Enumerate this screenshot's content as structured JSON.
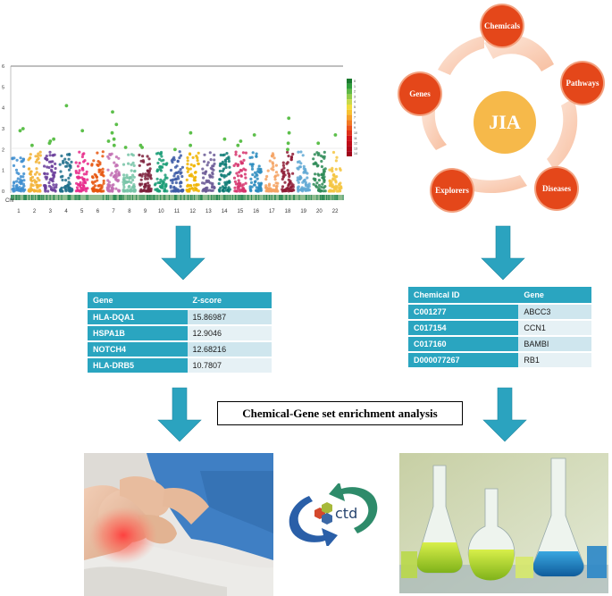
{
  "manhattan": {
    "y_ticks": [
      "6",
      "5",
      "4",
      "3",
      "2",
      "1",
      "0"
    ],
    "chr_label": "Chr",
    "chromosomes": [
      "1",
      "2",
      "3",
      "4",
      "5",
      "6",
      "7",
      "8",
      "9",
      "10",
      "11",
      "12",
      "13",
      "14",
      "15",
      "16",
      "17",
      "18",
      "19",
      "20",
      "22"
    ],
    "legend_ticks": [
      "0",
      "1",
      "2",
      "3",
      "4",
      "5",
      "6",
      "7",
      "8",
      "9",
      "10",
      "11",
      "12",
      "13",
      "14"
    ],
    "colors": {
      "hilo_a": "#2e8b57",
      "hilo_b": "#8fbc8f"
    }
  },
  "network": {
    "hub": "JIA",
    "nodes": {
      "chemicals": "Chemicals",
      "pathways": "Pathways",
      "genes": "Genes",
      "diseases": "Diseases",
      "explorers": "Explorers"
    },
    "colors": {
      "node": "#e4471a",
      "hub": "#f6b94a",
      "arc": "#fbd9c6"
    }
  },
  "gene_table": {
    "headers": [
      "Gene",
      "Z-score"
    ],
    "rows": [
      [
        "HLA-DQA1",
        "15.86987"
      ],
      [
        "HSPA1B",
        "12.9046"
      ],
      [
        "NOTCH4",
        "12.68216"
      ],
      [
        "HLA-DRB5",
        "10.7807"
      ]
    ]
  },
  "chem_table": {
    "headers": [
      "Chemical ID",
      "Gene"
    ],
    "rows": [
      [
        "C001277",
        "ABCC3"
      ],
      [
        "C017154",
        "CCN1"
      ],
      [
        "C017160",
        "BAMBI"
      ],
      [
        "D000077267",
        "RB1"
      ]
    ]
  },
  "title": "Chemical-Gene set enrichment analysis",
  "ctd_logo": "ctd",
  "colors": {
    "arrow": "#2ba3bf",
    "table_header": "#2aa5c0",
    "cycle_blue": "#2a5fa8",
    "cycle_green": "#2e8b6a"
  }
}
